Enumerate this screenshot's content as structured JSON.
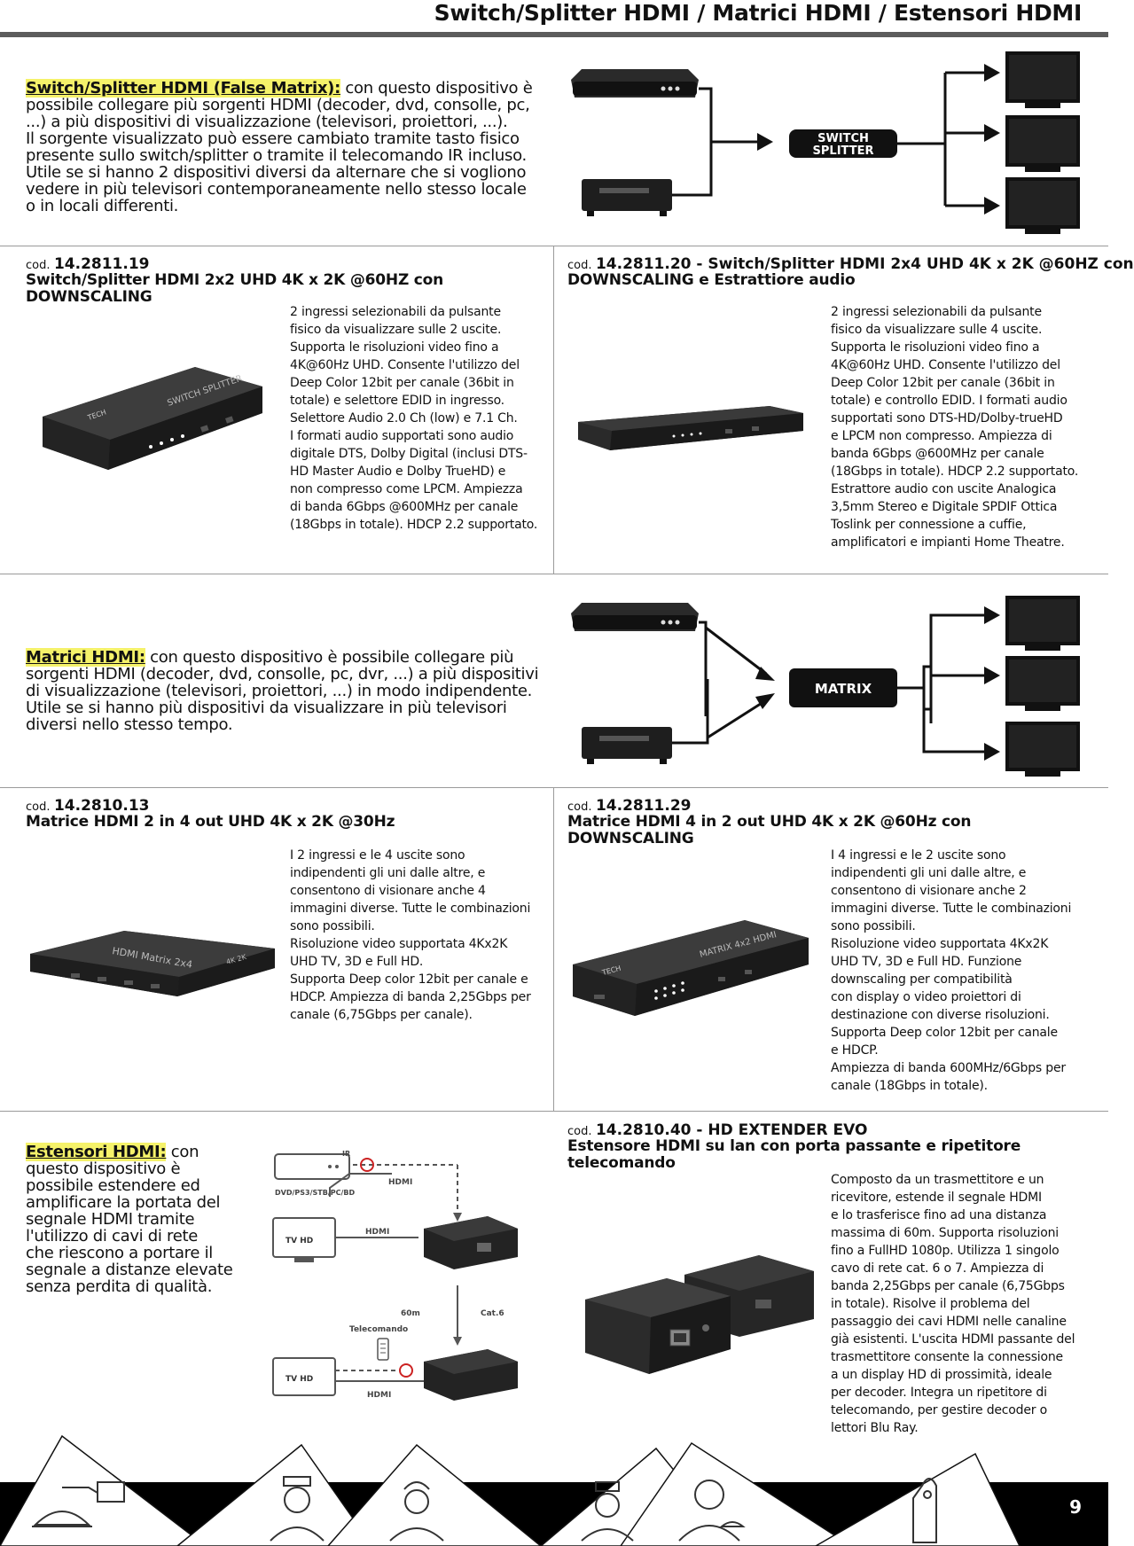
{
  "header": {
    "title": "Switch/Splitter HDMI / Matrici HDMI / Estensori HDMI"
  },
  "switch_intro": {
    "term": "Switch/Splitter HDMI (False Matrix):",
    "lines": [
      " con questo dispositivo è",
      "possibile collegare più sorgenti HDMI (decoder, dvd, consolle, pc,",
      "...) a più dispositivi di visualizzazione (televisori, proiettori, ...).",
      "Il sorgente visualizzato può essere cambiato tramite tasto fisico",
      "presente sullo switch/splitter o tramite il telecomando IR incluso.",
      "Utile se si hanno 2 dispositivi diversi da alternare che si vogliono",
      "vedere in più televisori contemporaneamente nello stesso locale",
      "o in locali differenti."
    ],
    "diagram_label": [
      "SWITCH",
      "SPLITTER"
    ]
  },
  "products": [
    {
      "cod_prefix": "cod.",
      "code": "14.2811.19",
      "title_lines": [
        "Switch/Splitter HDMI 2x2 UHD 4K x 2K @60HZ con DOWNSCALING"
      ],
      "desc_lines": [
        "2 ingressi selezionabili da pulsante",
        "fisico da visualizzare sulle 2 uscite.",
        "Supporta le risoluzioni video fino a",
        "4K@60Hz UHD. Consente l'utilizzo del",
        "Deep Color 12bit per canale (36bit in",
        "totale) e selettore EDID in ingresso.",
        "Selettore Audio 2.0 Ch (low) e 7.1 Ch.",
        "I formati audio supportati sono audio",
        "digitale DTS, Dolby Digital (inclusi DTS-",
        "HD Master Audio e Dolby TrueHD) e",
        "non compresso come LPCM. Ampiezza",
        "di banda 6Gbps @600MHz per canale",
        "(18Gbps in totale). HDCP 2.2 supportato."
      ],
      "device_text": [
        "SWITCH SPLITTER",
        "TECH"
      ]
    },
    {
      "cod_prefix": "cod.",
      "code": "14.2811.20",
      "title_lines": [
        " - Switch/Splitter HDMI 2x4 UHD 4K x 2K @60HZ con",
        "DOWNSCALING e Estrattiore audio"
      ],
      "desc_lines": [
        "2 ingressi selezionabili da pulsante",
        "fisico da visualizzare sulle 4 uscite.",
        "Supporta le risoluzioni video fino a",
        "4K@60Hz UHD. Consente l'utilizzo del",
        "Deep Color 12bit per canale (36bit in",
        "totale) e controllo EDID. I formati audio",
        "supportati sono DTS-HD/Dolby-trueHD",
        "e LPCM non compresso. Ampiezza di",
        "banda 6Gbps @600MHz per canale",
        "(18Gbps in totale). HDCP 2.2 supportato.",
        "Estrattore audio con uscite Analogica",
        "3,5mm Stereo e Digitale SPDIF Ottica",
        "Toslink per connessione a cuffie,",
        "amplificatori e impianti Home Theatre."
      ]
    },
    {
      "cod_prefix": "cod.",
      "code": "14.2810.13",
      "title_lines": [
        "Matrice HDMI 2 in 4 out UHD 4K x 2K @30Hz"
      ],
      "desc_lines": [
        "I 2 ingressi e le 4 uscite sono",
        "indipendenti gli uni dalle altre, e",
        "consentono di visionare anche 4",
        "immagini diverse. Tutte le combinazioni",
        "sono possibili.",
        "Risoluzione video supportata 4Kx2K",
        "UHD TV, 3D e Full HD.",
        "Supporta Deep color 12bit per canale e",
        "HDCP. Ampiezza di banda 2,25Gbps per",
        "canale (6,75Gbps per canale)."
      ],
      "device_text": [
        "HDMI Matrix 2x4",
        "4K 2K"
      ]
    },
    {
      "cod_prefix": "cod.",
      "code": "14.2811.29",
      "title_lines": [
        "Matrice HDMI 4 in 2 out UHD 4K x 2K @60Hz con DOWNSCALING"
      ],
      "desc_lines": [
        "I 4 ingressi e le 2 uscite sono",
        "indipendenti gli uni dalle altre, e",
        "consentono di visionare anche 2",
        "immagini diverse. Tutte le combinazioni",
        "sono possibili.",
        "Risoluzione video supportata 4Kx2K",
        "UHD TV, 3D e Full HD. Funzione",
        "downscaling per compatibilità",
        "con display o video proiettori di",
        "destinazione con diverse risoluzioni.",
        "Supporta Deep color 12bit per canale",
        "e HDCP.",
        "Ampiezza di banda 600MHz/6Gbps per",
        "canale (18Gbps in totale)."
      ],
      "device_text": [
        "MATRIX 4x2 HDMI",
        "TECH"
      ]
    },
    {
      "cod_prefix": "cod.",
      "code": "14.2810.40",
      "title_lines": [
        " - HD EXTENDER EVO",
        "Estensore HDMI su lan con porta passante e ripetitore telecomando"
      ],
      "desc_lines": [
        "Composto da un trasmettitore e un",
        "ricevitore, estende il segnale HDMI",
        "e lo trasferisce fino ad una distanza",
        "massima di 60m. Supporta risoluzioni",
        "fino a FullHD 1080p. Utilizza 1 singolo",
        "cavo di rete cat. 6 o 7. Ampiezza di",
        "banda 2,25Gbps per canale (6,75Gbps",
        "in totale). Risolve il problema del",
        "passaggio dei cavi HDMI nelle canaline",
        "già esistenti. L'uscita HDMI passante del",
        "trasmettitore consente la connessione",
        "a un display HD di prossimità, ideale",
        "per decoder. Integra un ripetitore di",
        "telecomando, per gestire decoder o",
        "lettori Blu Ray."
      ]
    }
  ],
  "matrix_intro": {
    "term": "Matrici HDMI:",
    "lines": [
      " con questo dispositivo è possibile collegare più",
      "sorgenti HDMI (decoder, dvd, consolle, pc, dvr, ...) a più dispositivi",
      "di visualizzazione (televisori, proiettori, ...) in modo indipendente.",
      "Utile se si hanno più dispositivi da visualizzare in più televisori",
      "diversi nello stesso tempo."
    ],
    "diagram_label": "MATRIX"
  },
  "extender_intro": {
    "term": "Estensori HDMI:",
    "lines": [
      " con",
      "questo dispositivo è",
      "possibile estendere ed",
      "amplificare la portata del",
      "segnale HDMI tramite",
      "l'utilizzo di cavi di rete",
      "che riescono a portare il",
      "segnale a distanze elevate",
      "senza perdita di qualità."
    ]
  },
  "extender_diagram": {
    "source_label": "DVD/PS3/STB/PC/BD",
    "tv_label": "TV HD",
    "hdmi_label": "HDMI",
    "ir_label": "IR",
    "distance_label": "60m",
    "cable_label": "Cat.6",
    "remote_label": "Telecomando"
  },
  "footer": {
    "page_number": "9"
  },
  "colors": {
    "highlight": "#f5f26a",
    "rule": "#5c5c5c",
    "footer": "#000000"
  }
}
